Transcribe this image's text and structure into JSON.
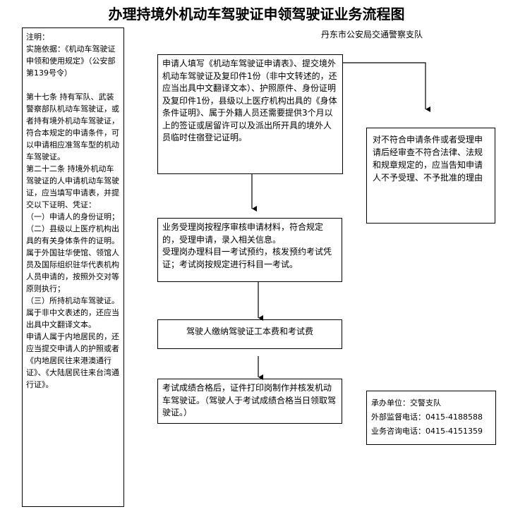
{
  "title": "办理持境外机动车驾驶证申领驾驶证业务流程图",
  "org": "丹东市公安局交通警察支队",
  "notes": {
    "heading": "注明：",
    "basis": "实施依据：《机动车驾驶证申领和使用规定》（公安部第139号令）",
    "article17": "第十七条 持有军队、武装警察部队机动车驾驶证，或者持有境外机动车驾驶证，符合本规定的申请条件，可以申请相应准驾车型的机动车驾驶证。",
    "article22": "第二十二条 持境外机动车驾驶证的人申请机动车驾驶证，应当填写申请表，并提交以下证明、凭证：",
    "item1": "（一）申请人的身份证明；",
    "item2": "（二）县级以上医疗机构出具的有关身体条件的证明。属于外国驻华使馆、领馆人员及国际组织驻华代表机构人员申请的，按照外交对等原则执行；",
    "item3": "（三）所持机动车驾驶证。属于非中文表述的，还应当出具中文翻译文本。",
    "hk": "申请人属于内地居民的，还应当提交申请人的护照或者《内地居民往来港澳通行证》、《大陆居民往来台湾通行证》。"
  },
  "steps": {
    "step1": "申请人填写《机动车驾驶证申请表》、提交境外机动车驾驶证及复印件1份（非中文转述的，还应当出具中文翻译文本）、护照原件、身份证明及复印件1份，县级以上医疗机构出具的《身体条件证明》、属于外籍人员还需要提供3个月以上的签证或居留许可以及派出所开具的境外人员临时住宿登记证明。",
    "step2a": "业务受理岗按程序审核申请材料，符合规定的，受理申请，录入相关信息。",
    "step2b": "受理岗办理科目一考试预约，核发预约考试凭证；考试岗按规定进行科目一考试。",
    "step3": "驾驶人缴纳驾驶证工本费和考试费",
    "step4": "考试成绩合格后，证件打印岗制作并核发机动车驾驶证。（驾驶人于考试成绩合格当日领取驾驶证。）"
  },
  "reject": "对不符合申请条件或者受理申请后经审查不符合法律、法规和规章规定的，应当告知申请人不予受理、不予批准的理由",
  "contact": {
    "unit": "承办单位：交警支队",
    "supervise": "外部监督电话：0415-4188588",
    "consult": "业务咨询电话：0415-4151359"
  }
}
